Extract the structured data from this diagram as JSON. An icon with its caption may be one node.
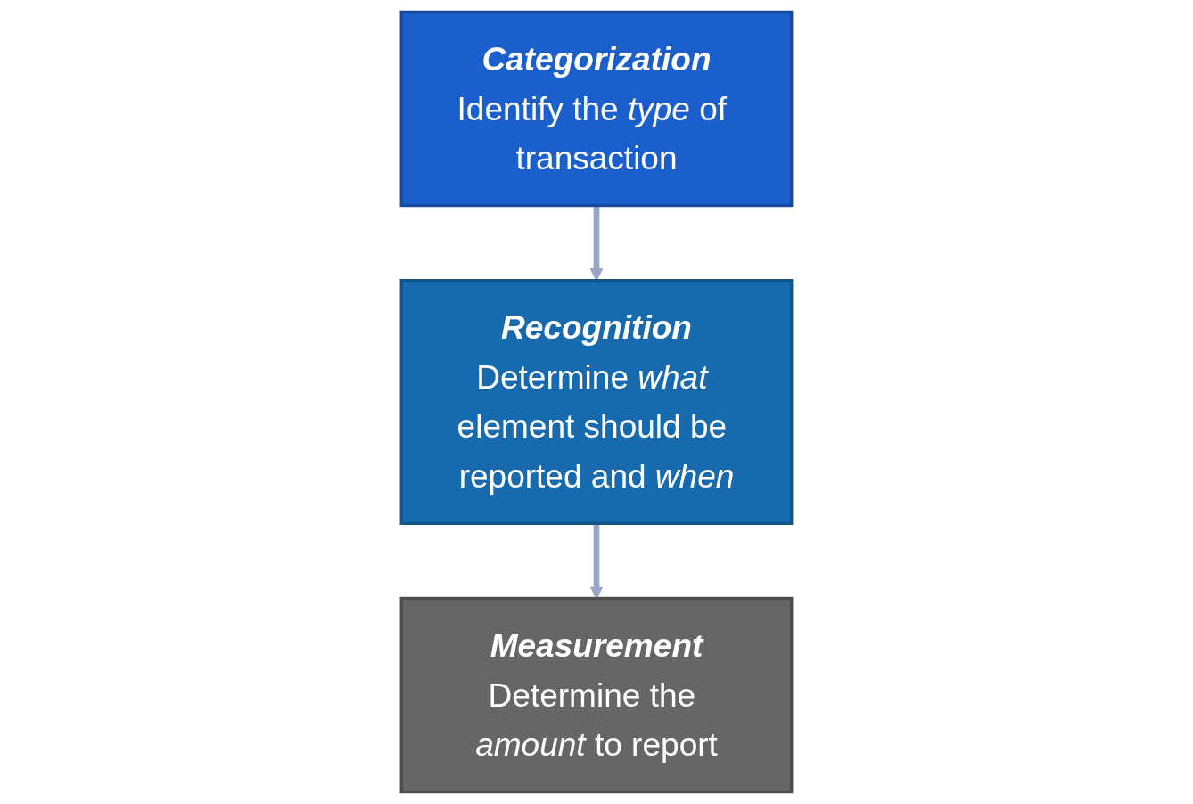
{
  "diagram": {
    "nodes": [
      {
        "text": [
          "Categorization",
          "Identify the *type* of transaction"
        ]
      },
      {
        "text": [
          "Recognition",
          "Determine *what* element should be reported and *when*"
        ]
      },
      {
        "text": [
          "Measurement",
          "Determine the *amount* to report"
        ]
      }
    ],
    "edges": [
      {
        "from": 0,
        "to": 1,
        "arrow": "to"
      },
      {
        "from": 1,
        "to": 2,
        "arrow": "to"
      }
    ]
  }
}
